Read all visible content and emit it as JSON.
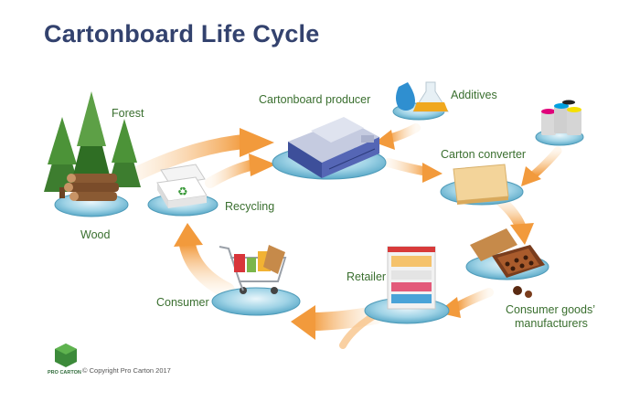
{
  "title": "Cartonboard Life Cycle",
  "labels": {
    "forest": "Forest",
    "wood": "Wood",
    "recycling": "Recycling",
    "producer": "Cartonboard producer",
    "additives": "Additives",
    "converter": "Carton converter",
    "manufacturers_line1": "Consumer goods’",
    "manufacturers_line2": "manufacturers",
    "retailer": "Retailer",
    "consumer": "Consumer"
  },
  "footer": {
    "copyright": "© Copyright Pro Carton 2017",
    "logo_text": "PRO CARTON"
  },
  "colors": {
    "title": "#33426e",
    "label": "#3a6f2f",
    "arrow": "#f29a3c",
    "platform": "#7fc3dc"
  }
}
